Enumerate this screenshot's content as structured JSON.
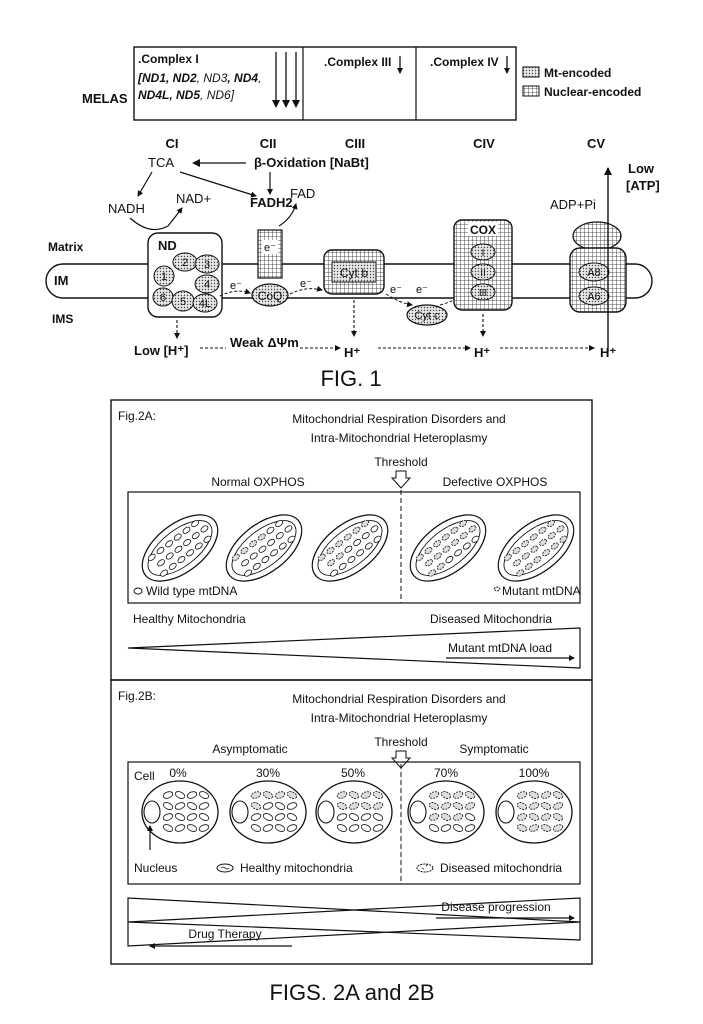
{
  "fig1": {
    "disease": "MELAS",
    "complex1": ".Complex I",
    "nd_row1": [
      "[ND1",
      ", ND2",
      ", ND3",
      ", ND4",
      ","
    ],
    "nd_row2": [
      "ND4L",
      ", ND5",
      ", ND6]"
    ],
    "complex3": ".Complex III",
    "complex4": ".Complex IV",
    "legend_mt": "Mt-encoded",
    "legend_nuclear": "Nuclear-encoded",
    "complex_headers": [
      "CI",
      "CII",
      "CIII",
      "CIV",
      "CV"
    ],
    "tca": "TCA",
    "beta_oxidation": "β-Oxidation [NaBt]",
    "nadh": "NADH",
    "nad": "NAD+",
    "fadh2": "FADH2",
    "fad": "FAD",
    "adp": "ADP+Pi",
    "low_atp": [
      "Low",
      "[ATP]"
    ],
    "matrix": "Matrix",
    "im": "IM",
    "ims": "IMS",
    "nd": "ND",
    "nd_subunits": [
      "1",
      "2",
      "3",
      "4",
      "4L",
      "5",
      "6"
    ],
    "eminus": "e⁻",
    "coq": "CoQ",
    "cytb": "Cyt b",
    "cytc": "Cyt c",
    "cox": "COX",
    "cox_units": [
      "I",
      "II",
      "III"
    ],
    "a8": "A8",
    "a6": "A6",
    "low_h": "Low [H⁺]",
    "weak_psi": "Weak ΔΨm",
    "h_plus": "H⁺",
    "caption": "FIG. 1"
  },
  "fig2a": {
    "label": "Fig.2A:",
    "title1": "Mitochondrial Respiration Disorders and",
    "title2": "Intra-Mitochondrial Heteroplasmy",
    "threshold": "Threshold",
    "normal": "Normal OXPHOS",
    "defective": "Defective OXPHOS",
    "wild": "Wild type mtDNA",
    "mutant": "Mutant mtDNA",
    "healthy": "Healthy Mitochondria",
    "diseased": "Diseased Mitochondria",
    "load": "Mutant mtDNA load"
  },
  "fig2b": {
    "label": "Fig.2B:",
    "title1": "Mitochondrial Respiration Disorders and",
    "title2": "Intra-Mitochondrial Heteroplasmy",
    "threshold": "Threshold",
    "asymptomatic": "Asymptomatic",
    "symptomatic": "Symptomatic",
    "cell": "Cell",
    "percents": [
      "0%",
      "30%",
      "50%",
      "70%",
      "100%"
    ],
    "nucleus": "Nucleus",
    "healthy_mito": "Healthy mitochondria",
    "diseased_mito": "Diseased mitochondria",
    "progression": "Disease progression",
    "therapy": "Drug Therapy"
  },
  "caption2": "FIGS. 2A and 2B"
}
